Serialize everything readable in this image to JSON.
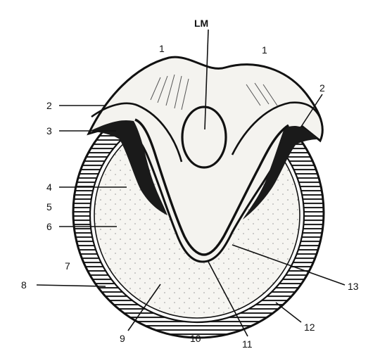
{
  "figure": {
    "labels": {
      "lm": "LM",
      "top_left_1": "1",
      "top_right_1": "1",
      "l2": "2",
      "l3": "3",
      "l4": "4",
      "l5": "5",
      "l6": "6",
      "l7": "7",
      "l8": "8",
      "l9": "9",
      "l10": "10",
      "l11": "11",
      "l12": "12",
      "l13": "13",
      "top_right_2": "2"
    },
    "colors": {
      "ink": "#111111",
      "hatch": "#222222",
      "fill_light": "#f4f3ef"
    }
  }
}
